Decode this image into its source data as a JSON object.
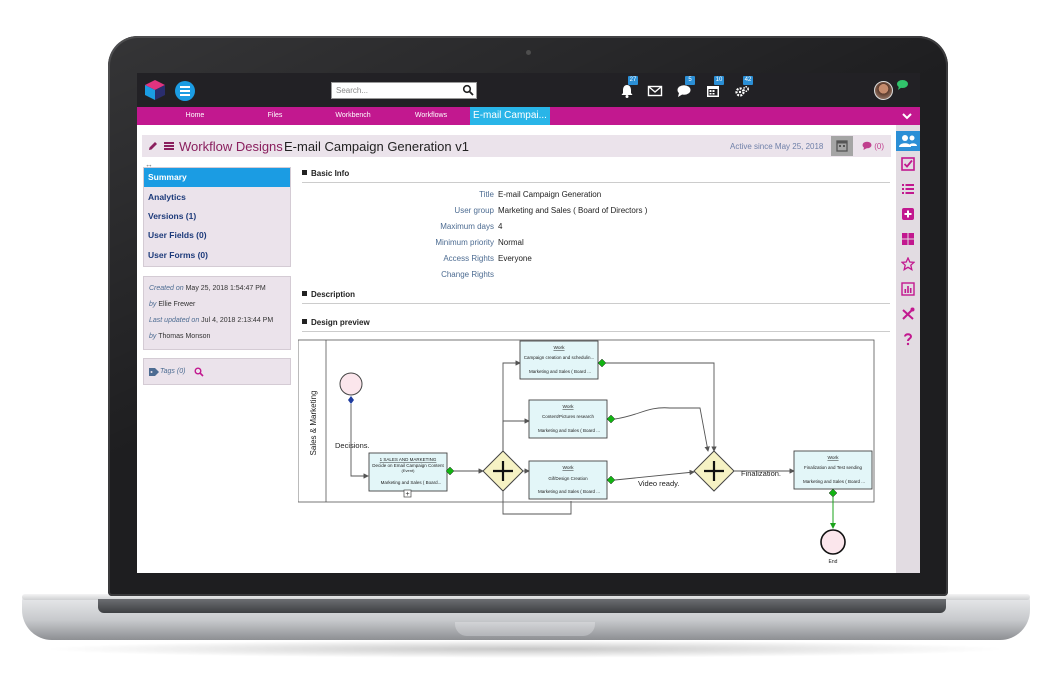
{
  "topbar": {
    "search_placeholder": "Search...",
    "badges": {
      "notifications": "27",
      "chat": "5",
      "calendar": "10",
      "settings": "42"
    }
  },
  "nav": {
    "items": [
      "Home",
      "Files",
      "Workbench",
      "Workflows"
    ],
    "active_tab": "E-mail Campai..."
  },
  "header": {
    "section": "Workflow Designs",
    "title": "E-mail Campaign Generation v1",
    "active_since": "Active since May 25, 2018",
    "comments": "(0)",
    "resize_arrows": "↔"
  },
  "left_menu": {
    "items": [
      "Summary",
      "Analytics",
      "Versions (1)",
      "User Fields (0)",
      "User Forms (0)"
    ]
  },
  "meta": {
    "created_label": "Created on",
    "created_value": "May 25, 2018 1:54:47 PM",
    "created_by_label": "by",
    "created_by": "Ellie Frewer",
    "updated_label": "Last updated on",
    "updated_value": "Jul 4, 2018 2:13:44 PM",
    "updated_by_label": "by",
    "updated_by": "Thomas Monson"
  },
  "tags": {
    "label": "Tags (0)"
  },
  "basic_info": {
    "heading": "Basic Info",
    "rows": [
      {
        "label": "Title",
        "value": "E-mail Campaign Generation"
      },
      {
        "label": "User group",
        "value": "Marketing and Sales ( Board of Directors )"
      },
      {
        "label": "Maximum days",
        "value": "4"
      },
      {
        "label": "Minimum priority",
        "value": "Normal"
      },
      {
        "label": "Access Rights",
        "value": "Everyone"
      },
      {
        "label": "Change Rights",
        "value": ""
      }
    ]
  },
  "description": {
    "heading": "Description"
  },
  "design_preview": {
    "heading": "Design preview",
    "lane": "Sales & Marketing",
    "flow_labels": {
      "decisions": "Decisions.",
      "video_ready": "Video ready.",
      "finalization": "Finalization."
    },
    "tasks": [
      {
        "type": "1 SALES AND MARKETING",
        "name": "Decide on Email Campaign Content",
        "sub": "(Event)",
        "group": "Marketing and Sales ( Board..."
      },
      {
        "type": "Work",
        "name": "Campaign creation and schedulin...",
        "group": "Marketing and Sales ( Board ..."
      },
      {
        "type": "Work",
        "name": "Content/Pictures research",
        "group": "Marketing and Sales ( Board ..."
      },
      {
        "type": "Work",
        "name": "Gif/Design Creation",
        "group": "Marketing and Sales ( Board ..."
      },
      {
        "type": "Work",
        "name": "Finalization and Test sending",
        "group": "Marketing and Sales ( Board ..."
      }
    ],
    "end_label": "End",
    "colors": {
      "task_fill": "#e3f6f8",
      "gateway_fill": "#f6f2c4",
      "event_fill": "#fbe6ec",
      "connector": "#1aa31a"
    }
  },
  "colors": {
    "magenta": "#c2188f",
    "accent_blue": "#1b9ce3",
    "header_purple": "#8a1f5e",
    "panel_bg": "#ebe3eb"
  }
}
